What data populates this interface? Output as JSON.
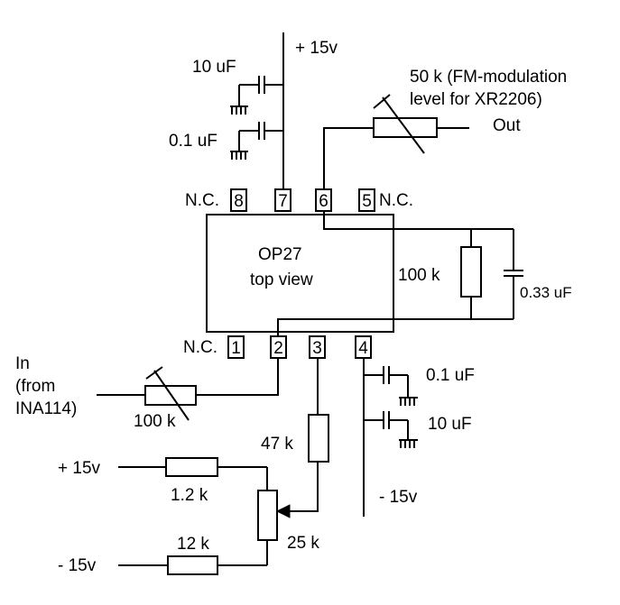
{
  "chip": {
    "name": "OP27",
    "view": "top view",
    "pins": {
      "p1": "1",
      "p2": "2",
      "p3": "3",
      "p4": "4",
      "p5": "5",
      "p6": "6",
      "p7": "7",
      "p8": "8"
    },
    "nc": "N.C."
  },
  "labels": {
    "vpos_top": "+ 15v",
    "cap_top_10uf": "10 uF",
    "cap_top_01uf": "0.1 uF",
    "pot_out_line1": "50 k (FM-modulation",
    "pot_out_line2": "level for XR2206)",
    "out": "Out",
    "res_fb": "100 k",
    "cap_fb": "0.33 uF",
    "in_line1": "In",
    "in_line2": "(from",
    "in_line3": "INA114)",
    "pot_in": "100 k",
    "cap_bot_01uf": "0.1 uF",
    "cap_bot_10uf": "10 uF",
    "res_47k": "47 k",
    "vpos_left": "+ 15v",
    "res_1_2k": "1.2 k",
    "pot_25k": "25 k",
    "res_12k": "12 k",
    "vneg_left": "- 15v",
    "vneg_bottom": "- 15v"
  }
}
